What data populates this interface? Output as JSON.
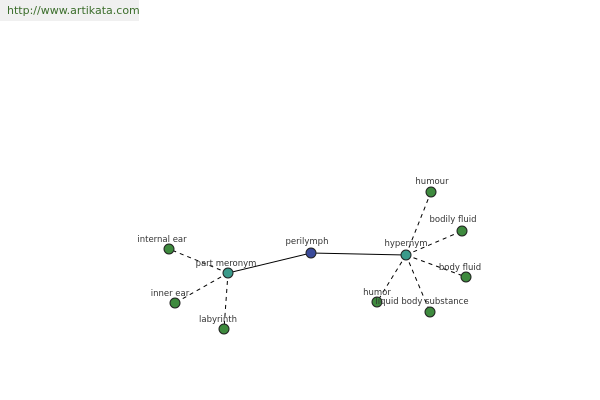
{
  "site": {
    "url": "http://www.artikata.com"
  },
  "colors": {
    "center": "#3a4a9a",
    "relation": "#3a9a8a",
    "leaf": "#3e8a3e"
  },
  "graph": {
    "nodes": [
      {
        "id": "perilymph",
        "label": "perilymph",
        "kind": "center"
      },
      {
        "id": "part-meronym",
        "label": "part meronym",
        "kind": "relation"
      },
      {
        "id": "hypernym",
        "label": "hypernym",
        "kind": "relation"
      },
      {
        "id": "internal-ear",
        "label": "internal ear",
        "kind": "leaf"
      },
      {
        "id": "inner-ear",
        "label": "inner ear",
        "kind": "leaf"
      },
      {
        "id": "labyrinth",
        "label": "labyrinth",
        "kind": "leaf"
      },
      {
        "id": "humour",
        "label": "humour",
        "kind": "leaf"
      },
      {
        "id": "bodily-fluid",
        "label": "bodily fluid",
        "kind": "leaf"
      },
      {
        "id": "body-fluid",
        "label": "body fluid",
        "kind": "leaf"
      },
      {
        "id": "liquid-body-substance",
        "label": "liquid body substance",
        "kind": "leaf"
      },
      {
        "id": "humor",
        "label": "humor",
        "kind": "leaf"
      }
    ],
    "edges": [
      {
        "from": "perilymph",
        "to": "part-meronym",
        "style": "solid"
      },
      {
        "from": "perilymph",
        "to": "hypernym",
        "style": "solid"
      },
      {
        "from": "part-meronym",
        "to": "internal-ear",
        "style": "dashed"
      },
      {
        "from": "part-meronym",
        "to": "inner-ear",
        "style": "dashed"
      },
      {
        "from": "part-meronym",
        "to": "labyrinth",
        "style": "dashed"
      },
      {
        "from": "hypernym",
        "to": "humour",
        "style": "dashed"
      },
      {
        "from": "hypernym",
        "to": "bodily-fluid",
        "style": "dashed"
      },
      {
        "from": "hypernym",
        "to": "body-fluid",
        "style": "dashed"
      },
      {
        "from": "hypernym",
        "to": "liquid-body-substance",
        "style": "dashed"
      },
      {
        "from": "hypernym",
        "to": "humor",
        "style": "dashed"
      }
    ]
  }
}
